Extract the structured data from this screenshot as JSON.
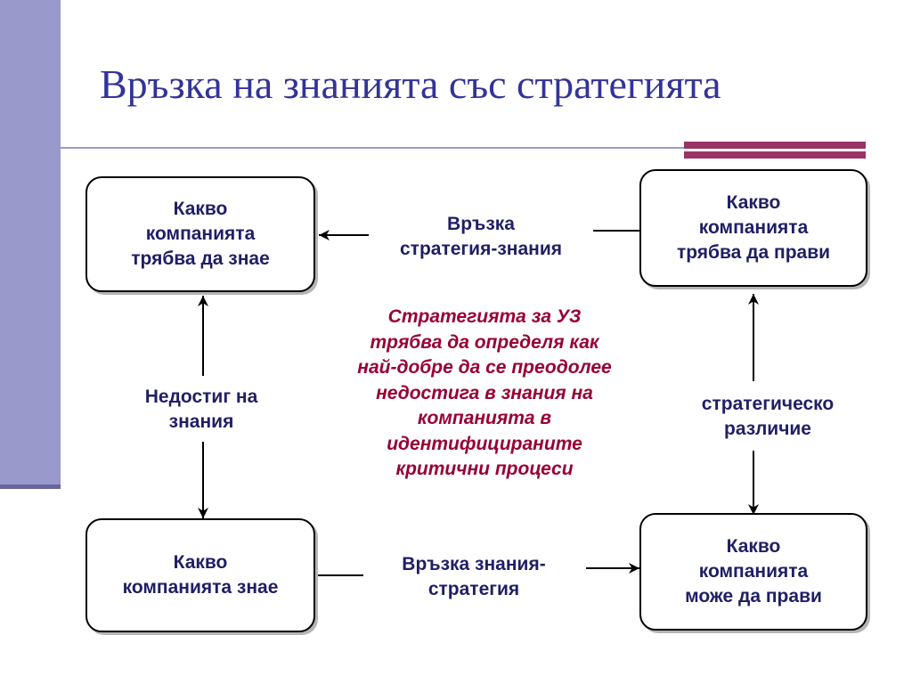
{
  "title": "Връзка на знанията със стратегията",
  "colors": {
    "sidebar": "#9999cc",
    "accent": "#993366",
    "title_text": "#333399",
    "node_text": "#1f1f66",
    "note_text": "#990033"
  },
  "nodes": {
    "must_know": "Какво\nкомпанията\nтрябва да знае",
    "must_do": "Какво\nкомпанията\nтрябва да прави",
    "knows": "Какво\nкомпанията знае",
    "can_do": "Какво\nкомпанията\nможе да прави"
  },
  "edges": {
    "strategy_knowledge_link": "Връзка\nстратегия-знания",
    "knowledge_strategy_link": "Връзка знания-\nстратегия",
    "knowledge_gap": "Недостиг на\nзнания",
    "strategic_gap": "стратегическо\nразличие"
  },
  "center_note": "Стратегията за УЗ\nтрябва да определя как\nнай-добре да се преодолее\nнедостига в знания на\nкомпанията в\nидентифицираните\nкритични процеси"
}
